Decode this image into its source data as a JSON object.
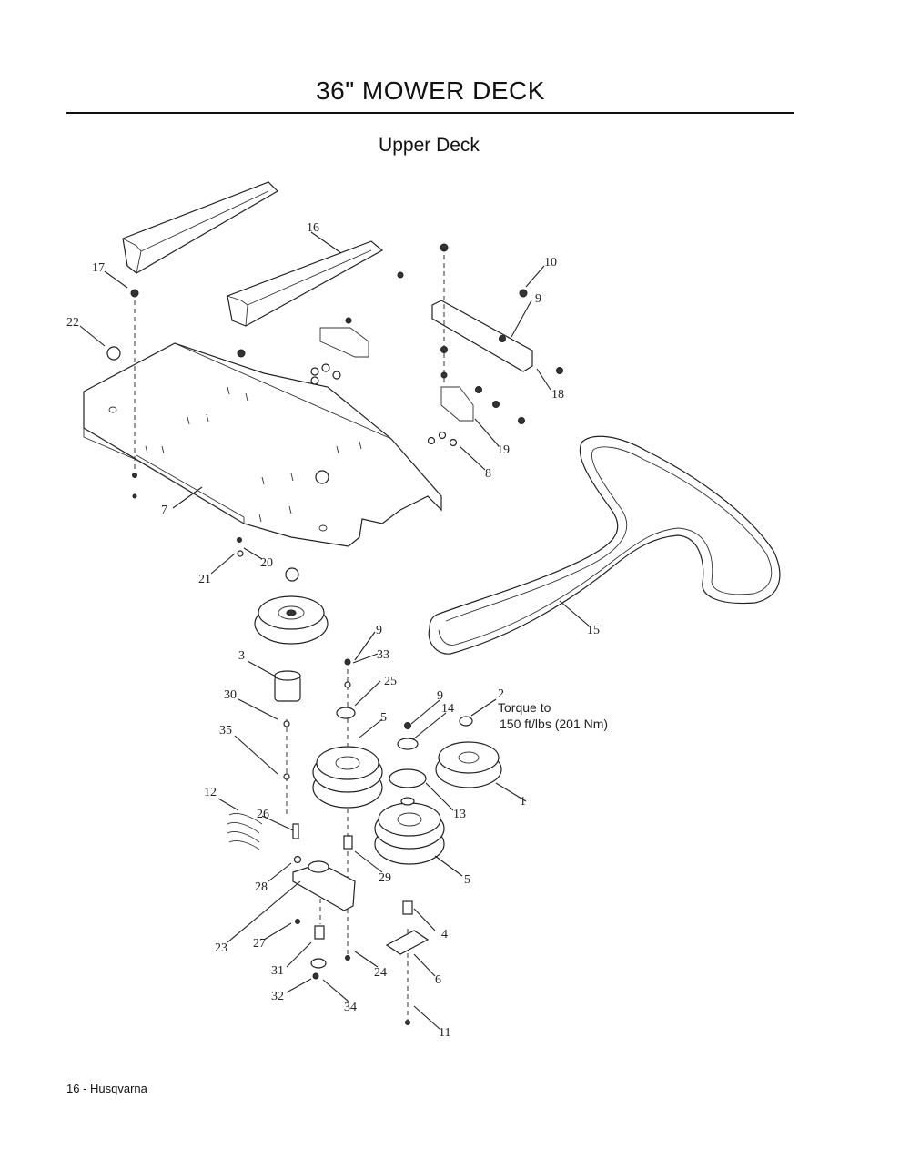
{
  "header": {
    "title": "36\" MOWER DECK",
    "subtitle": "Upper Deck"
  },
  "footer": {
    "page_label": "16 - Husqvarna"
  },
  "diagram": {
    "callouts": [
      {
        "id": "1",
        "text": "1"
      },
      {
        "id": "2",
        "text": "2"
      },
      {
        "id": "3",
        "text": "3"
      },
      {
        "id": "4",
        "text": "4"
      },
      {
        "id": "5a",
        "text": "5"
      },
      {
        "id": "5b",
        "text": "5"
      },
      {
        "id": "6",
        "text": "6"
      },
      {
        "id": "7",
        "text": "7"
      },
      {
        "id": "8",
        "text": "8"
      },
      {
        "id": "9a",
        "text": "9"
      },
      {
        "id": "9b",
        "text": "9"
      },
      {
        "id": "9c",
        "text": "9"
      },
      {
        "id": "10",
        "text": "10"
      },
      {
        "id": "11",
        "text": "11"
      },
      {
        "id": "12",
        "text": "12"
      },
      {
        "id": "13",
        "text": "13"
      },
      {
        "id": "14",
        "text": "14"
      },
      {
        "id": "15",
        "text": "15"
      },
      {
        "id": "16",
        "text": "16"
      },
      {
        "id": "17",
        "text": "17"
      },
      {
        "id": "18",
        "text": "18"
      },
      {
        "id": "19",
        "text": "19"
      },
      {
        "id": "20",
        "text": "20"
      },
      {
        "id": "21",
        "text": "21"
      },
      {
        "id": "22",
        "text": "22"
      },
      {
        "id": "23",
        "text": "23"
      },
      {
        "id": "24",
        "text": "24"
      },
      {
        "id": "25",
        "text": "25"
      },
      {
        "id": "26",
        "text": "26"
      },
      {
        "id": "27",
        "text": "27"
      },
      {
        "id": "28",
        "text": "28"
      },
      {
        "id": "29",
        "text": "29"
      },
      {
        "id": "30",
        "text": "30"
      },
      {
        "id": "31",
        "text": "31"
      },
      {
        "id": "32",
        "text": "32"
      },
      {
        "id": "33",
        "text": "33"
      },
      {
        "id": "34",
        "text": "34"
      },
      {
        "id": "35",
        "text": "35"
      }
    ],
    "torque_note": {
      "line1": "Torque to",
      "line2": "150 ft/lbs (201 Nm)"
    }
  }
}
